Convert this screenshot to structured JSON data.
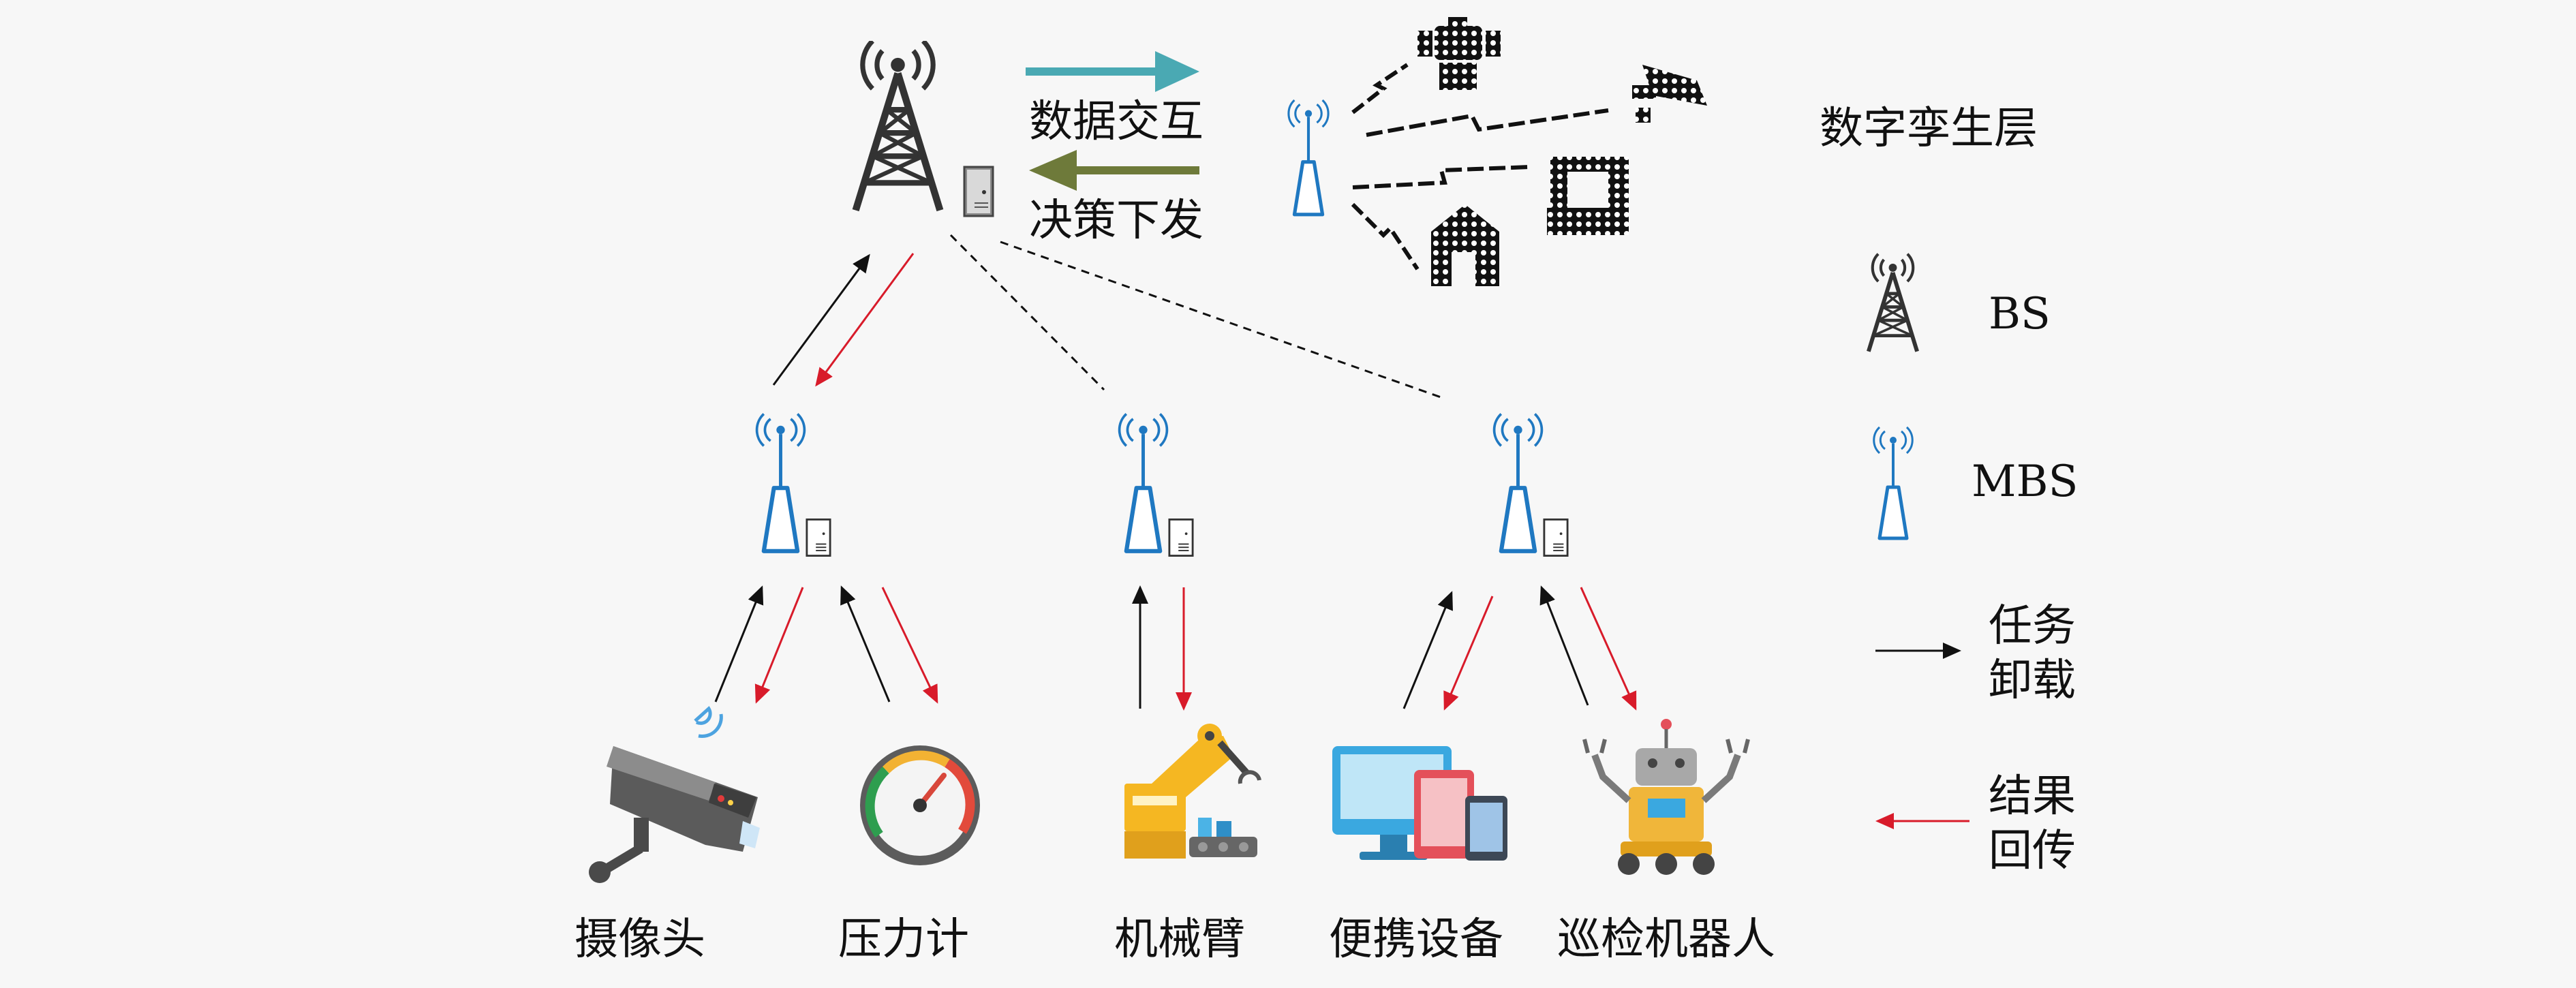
{
  "top": {
    "arrow_data": "数据交互",
    "arrow_decision": "决策下发",
    "digital_twin_layer": "数字孪生层"
  },
  "legend": {
    "bs": "BS",
    "mbs": "MBS",
    "offload_line1": "任务",
    "offload_line2": "卸载",
    "return_line1": "结果",
    "return_line2": "回传"
  },
  "devices": {
    "camera": "摄像头",
    "pressure_gauge": "压力计",
    "robotic_arm": "机械臂",
    "portable_device": "便携设备",
    "patrol_robot": "巡检机器人"
  },
  "colors": {
    "data_arrow": "#4aa9b3",
    "decision_arrow": "#6e7a3a",
    "offload_arrow": "#111111",
    "return_arrow": "#d81b2a",
    "mbs_blue": "#1f78c1"
  }
}
